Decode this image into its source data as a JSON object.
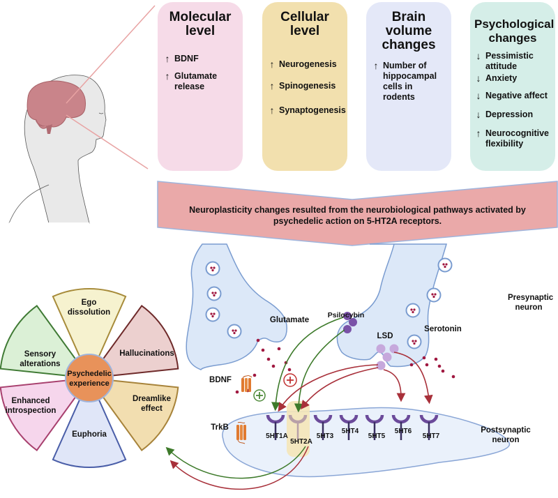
{
  "cards": [
    {
      "title": "Molecular level",
      "color": "#f6dbe8",
      "items": [
        {
          "dir": "up",
          "text": "BDNF"
        },
        {
          "dir": "up",
          "text": "Glutamate release"
        }
      ]
    },
    {
      "title": "Cellular level",
      "color": "#f2e0ae",
      "items": [
        {
          "dir": "up",
          "text": "Neurogenesis"
        },
        {
          "dir": "up",
          "text": "Spinogenesis"
        },
        {
          "dir": "up",
          "text": "Synaptogenesis"
        }
      ]
    },
    {
      "title": "Brain volume changes",
      "color": "#e4e8f8",
      "items": [
        {
          "dir": "up",
          "text": "Number of hippocampal cells in rodents"
        }
      ]
    },
    {
      "title": "Psychological changes",
      "color": "#d5eee8",
      "items": [
        {
          "dir": "down",
          "text": "Pessimistic attitude"
        },
        {
          "dir": "down",
          "text": "Anxiety"
        },
        {
          "dir": "down",
          "text": "Negative affect"
        },
        {
          "dir": "down",
          "text": "Depression"
        },
        {
          "dir": "up",
          "text": "Neurocognitive flexibility"
        }
      ]
    }
  ],
  "arrows": {
    "up": "↑",
    "down": "↓"
  },
  "banner": {
    "line1": "Neuroplasticity changes resulted from the neurobiological pathways activated by",
    "line2": "psychedelic action on 5-HT2A receptors.",
    "fill": "#eaa9a9",
    "border": "#9fb4dc"
  },
  "wheel": {
    "center": "Psychedelic experience",
    "center_line1": "Psychedelic",
    "center_line2": "experience",
    "center_color": "#e8925a",
    "segments": [
      {
        "label": "Ego dissolution",
        "fill": "#f6f2cf",
        "stroke": "#a78b3a"
      },
      {
        "label": "Hallucinations",
        "fill": "#ecd0cf",
        "stroke": "#6e2a2a"
      },
      {
        "label": "Dreamlike effect",
        "fill": "#f2deb0",
        "stroke": "#a7833a"
      },
      {
        "label": "Euphoria",
        "fill": "#e0e6f8",
        "stroke": "#4a5ea8"
      },
      {
        "label": "Enhanced introspection",
        "fill": "#f6d6ec",
        "stroke": "#a8406e"
      },
      {
        "label": "Sensory alterations",
        "fill": "#dbf0d6",
        "stroke": "#3f7a34"
      }
    ]
  },
  "synapse": {
    "glutamate": "Glutamate",
    "serotonin": "Serotonin",
    "presynaptic": "Presynaptic neuron",
    "postsynaptic": "Postsynaptic neuron",
    "psilocybin": "Psilocybin",
    "lsd": "LSD",
    "bdnf": "BDNF",
    "trkb": "TrkB",
    "plus_symbol": "+",
    "receptors": [
      "5HT1A",
      "5HT2A",
      "5HT3",
      "5HT4",
      "5HT5",
      "5HT6",
      "5HT7"
    ],
    "colors": {
      "green": "#3d7a2a",
      "red": "#a8303a",
      "receptor": "#6b4a9a",
      "highlight": "#f5e6b8",
      "vesicle_dot": "#a01840",
      "psilocybin": "#7a52a8",
      "lsd": "#c6a8dc"
    }
  }
}
